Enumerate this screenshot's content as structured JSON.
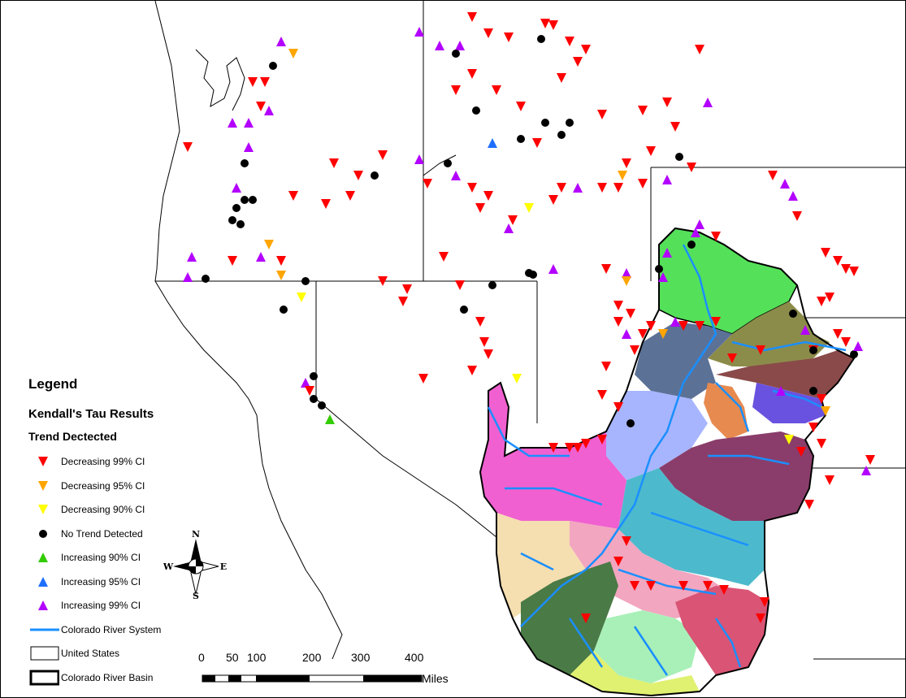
{
  "legend": {
    "title": "Legend",
    "subtitle": "Kendall's Tau Results",
    "section": "Trend Dectected",
    "items": [
      {
        "label": "Decreasing 99% CI",
        "symbol": "triangle-down",
        "color": "#ff0000"
      },
      {
        "label": "Decreasing 95% CI",
        "symbol": "triangle-down",
        "color": "#ffa500"
      },
      {
        "label": "Decreasing 90% CI",
        "symbol": "triangle-down",
        "color": "#ffff00"
      },
      {
        "label": "No Trend Detected",
        "symbol": "circle",
        "color": "#000000"
      },
      {
        "label": "Increasing 90% CI",
        "symbol": "triangle-up",
        "color": "#33cc00"
      },
      {
        "label": "Increasing 95% CI",
        "symbol": "triangle-up",
        "color": "#1f6fff"
      },
      {
        "label": "Increasing 99% CI",
        "symbol": "triangle-up",
        "color": "#b300ff"
      },
      {
        "label": "Colorado River System",
        "symbol": "line",
        "color": "#1a8fff"
      },
      {
        "label": "United States",
        "symbol": "rect-thin",
        "color": "#000000"
      },
      {
        "label": "Colorado River Basin",
        "symbol": "rect-thick",
        "color": "#000000"
      }
    ]
  },
  "compass": {
    "n": "N",
    "s": "S",
    "e": "E",
    "w": "W"
  },
  "scale": {
    "ticks": [
      "0",
      "50",
      "100",
      "200",
      "300",
      "400"
    ],
    "unit": "Miles"
  }
}
